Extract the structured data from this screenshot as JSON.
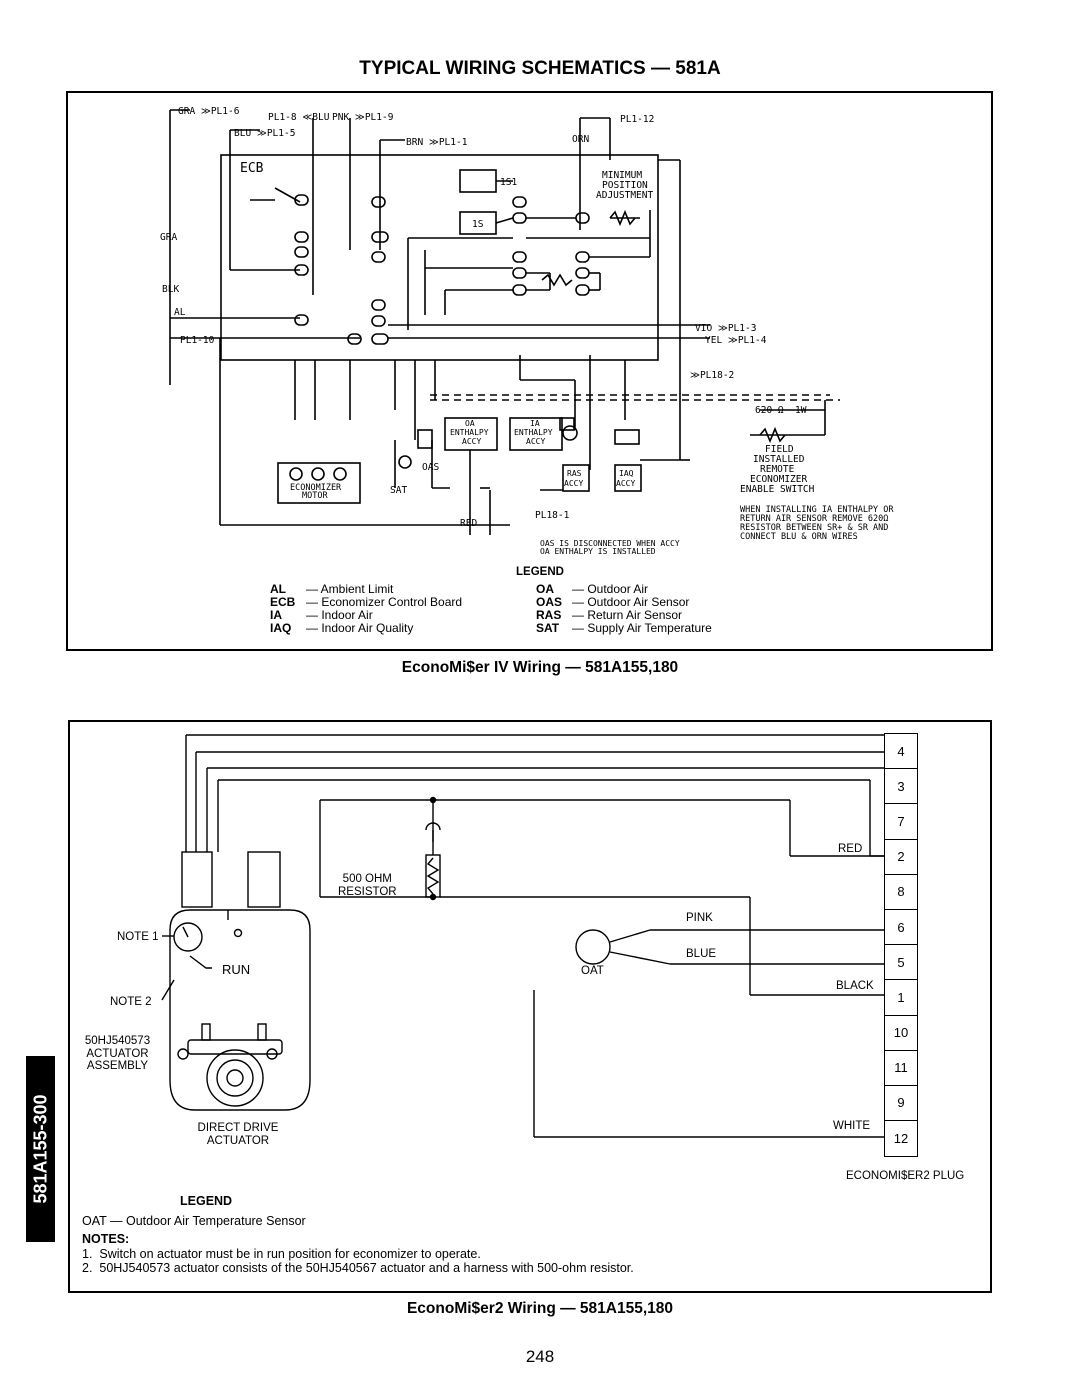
{
  "page_title": "TYPICAL WIRING SCHEMATICS — 581A",
  "side_tab": "581A155-300",
  "page_number": "248",
  "diagram1": {
    "caption": "EconoMi$er IV Wiring — 581A155,180",
    "labels": {
      "ecb": "ECB",
      "gra": "GRA",
      "blk": "BLK",
      "al": "AL",
      "pl1_10": "PL1-10",
      "pl1_6": "GRA ≫PL1-6",
      "pl1_8": "PL1-8 ≪BLU",
      "pnk_pl1_9": "PNK ≫PL1-9",
      "blu_pl1_5": "BLU ≫PL1-5",
      "brn_pl1_1": "BRN ≫PL1-1",
      "pl1_12": "PL1-12",
      "orn": "ORN",
      "min_pos": "MINIMUM",
      "min_pos2": "POSITION",
      "min_pos3": "ADJUSTMENT",
      "s1": "1S1",
      "s": "1S",
      "vio_pl1_3": "VIO ≫PL1-3",
      "yel_pl1_4": "YEL ≫PL1-4",
      "pl18_2": "≫PL18-2",
      "field1": "FIELD",
      "field2": "INSTALLED",
      "field3": "REMOTE",
      "field4": "ECONOMIZER",
      "field5": "ENABLE SWITCH",
      "res620": "620 Ω -1W",
      "note_ia1": "WHEN INSTALLING IA ENTHALPY OR",
      "note_ia2": "RETURN AIR SENSOR REMOVE 620Ω",
      "note_ia3": "RESISTOR BETWEEN SR+ & SR AND",
      "note_ia4": "CONNECT BLU & ORN WIRES",
      "note_oas1": "OAS IS DISCONNECTED WHEN ACCY",
      "note_oas2": "OA ENTHALPY IS INSTALLED",
      "econ_motor1": "ECONOMIZER",
      "econ_motor2": "MOTOR",
      "sat": "SAT",
      "oas": "OAS",
      "oa_enth1": "OA",
      "oa_enth2": "ENTHALPY",
      "oa_enth3": "ACCY",
      "ia_enth1": "IA",
      "ia_enth2": "ENTHALPY",
      "ia_enth3": "ACCY",
      "ras1": "RAS",
      "ras2": "ACCY",
      "iaq1": "IAQ",
      "iaq2": "ACCY",
      "red": "RED",
      "pl18_1": "PL18-1"
    },
    "legend_title": "LEGEND",
    "legend": [
      {
        "abbr": "AL",
        "desc": "— Ambient Limit"
      },
      {
        "abbr": "ECB",
        "desc": "— Economizer Control Board"
      },
      {
        "abbr": "IA",
        "desc": "— Indoor Air"
      },
      {
        "abbr": "IAQ",
        "desc": "— Indoor Air Quality"
      },
      {
        "abbr": "OA",
        "desc": "— Outdoor Air"
      },
      {
        "abbr": "OAS",
        "desc": "— Outdoor Air Sensor"
      },
      {
        "abbr": "RAS",
        "desc": "— Return Air Sensor"
      },
      {
        "abbr": "SAT",
        "desc": "— Supply Air Temperature"
      }
    ]
  },
  "diagram2": {
    "caption": "EconoMi$er2 Wiring — 581A155,180",
    "plug_pins": [
      "4",
      "3",
      "7",
      "2",
      "8",
      "6",
      "5",
      "1",
      "10",
      "11",
      "9",
      "12"
    ],
    "plug_label": "ECONOMI$ER2 PLUG",
    "wire_labels": {
      "red": "RED",
      "pink": "PINK",
      "blue": "BLUE",
      "black": "BLACK",
      "white": "WHITE"
    },
    "resistor_label1": "500 OHM",
    "resistor_label2": "RESISTOR",
    "oat_label": "OAT",
    "note1": "NOTE 1",
    "note2": "NOTE 2",
    "run": "RUN",
    "actuator_assembly1": "50HJ540573",
    "actuator_assembly2": "ACTUATOR",
    "actuator_assembly3": "ASSEMBLY",
    "direct_drive1": "DIRECT DRIVE",
    "direct_drive2": "ACTUATOR",
    "legend_title": "LEGEND",
    "legend_item": "OAT — Outdoor Air Temperature Sensor",
    "notes_title": "NOTES:",
    "notes": [
      "1.  Switch on actuator must be in run position for economizer to operate.",
      "2.  50HJ540573 actuator consists of the 50HJ540567 actuator and a harness with 500-ohm resistor."
    ]
  }
}
